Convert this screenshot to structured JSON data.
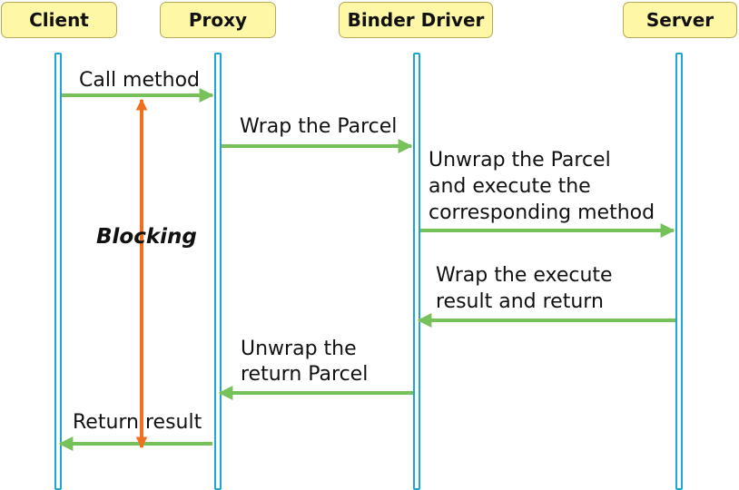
{
  "participants": [
    "Client",
    "Proxy",
    "Binder Driver",
    "Server"
  ],
  "messages": {
    "call_method": "Call method",
    "wrap_parcel": "Wrap the Parcel",
    "unwrap_execute": [
      "Unwrap the Parcel",
      "and execute the",
      "corresponding method"
    ],
    "wrap_result": [
      "Wrap the execute",
      "result and return"
    ],
    "unwrap_return": [
      "Unwrap the",
      "return Parcel"
    ],
    "return_result": "Return result"
  },
  "blocking_label": "Blocking",
  "colors": {
    "actor_fill": "#fdf7a6",
    "lifeline": "#1aa7d8",
    "message_arrow": "#76c15a",
    "blocking_arrow": "#f07020"
  }
}
